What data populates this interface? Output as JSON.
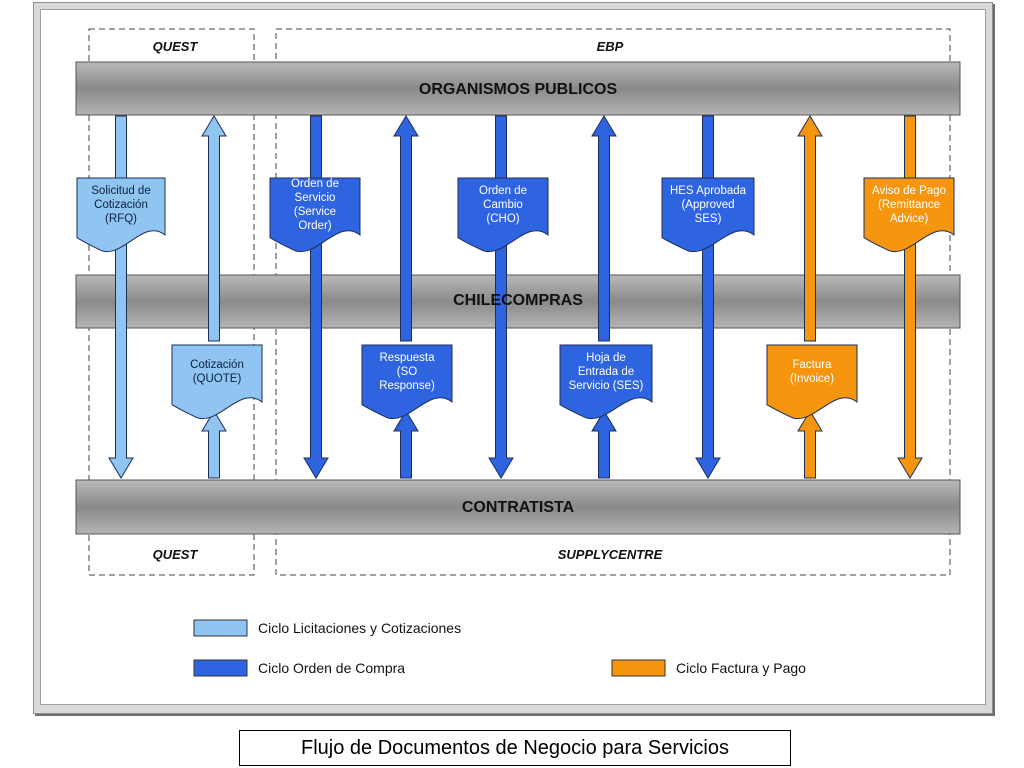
{
  "colors": {
    "light_blue": "#8fc5f0",
    "blue": "#2f64e0",
    "orange": "#f5960e",
    "band_gray": "#8a8a8a"
  },
  "regions": {
    "quest_top": "QUEST",
    "ebp": "EBP",
    "quest_bottom": "QUEST",
    "supplycentre": "SUPPLYCENTRE"
  },
  "bands": {
    "organismos": "ORGANISMOS PUBLICOS",
    "chilecompras": "CHILECOMPRAS",
    "contratista": "CONTRATISTA"
  },
  "documents": {
    "rfq": [
      "Solicitud de",
      "Cotización",
      "(RFQ)"
    ],
    "service_order": [
      "Orden de",
      "Servicio",
      "(Service",
      "Order)"
    ],
    "cho": [
      "Orden de",
      "Cambio",
      "(CHO)"
    ],
    "ses_approved": [
      "HES Aprobada",
      "(Approved",
      "SES)"
    ],
    "remittance": [
      "Aviso de Pago",
      "(Remittance",
      "Advice)"
    ],
    "quote": [
      "Cotización",
      "(QUOTE)"
    ],
    "so_response": [
      "Respuesta",
      "(SO",
      "Response)"
    ],
    "ses": [
      "Hoja de",
      "Entrada de",
      "Servicio (SES)"
    ],
    "invoice": [
      "Factura",
      "(Invoice)"
    ]
  },
  "legend": {
    "licitaciones": "Ciclo Licitaciones y Cotizaciones",
    "orden_compra": "Ciclo Orden de Compra",
    "factura_pago": "Ciclo Factura y Pago"
  },
  "caption": "Flujo de Documentos de Negocio para Servicios"
}
